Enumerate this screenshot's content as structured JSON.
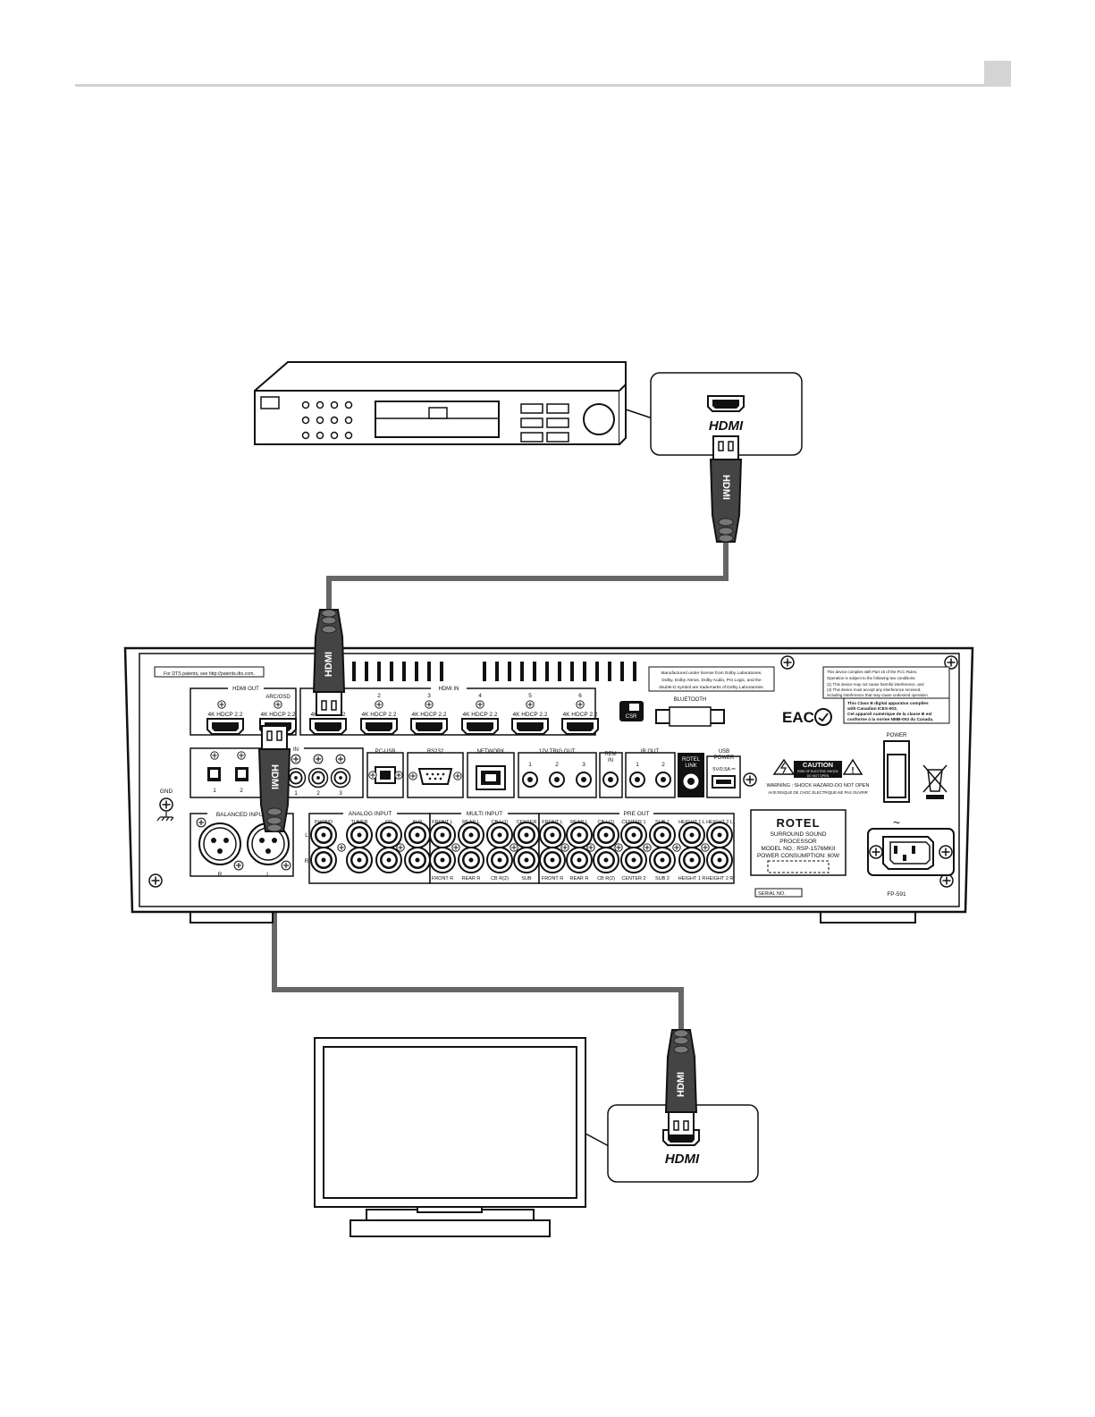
{
  "page_marker": "",
  "source_device": {
    "callout_logo": "HDMI"
  },
  "tv": {
    "callout_logo": "HDMI"
  },
  "receiver": {
    "dts_notice": "For DTS patents, see http://patents.dts.com.",
    "hdmi_out": {
      "header": "HDMI OUT",
      "arc_label": "ARC/OSD",
      "ports": [
        "4K HDCP 2.2",
        "4K HDCP 2.2"
      ]
    },
    "hdmi_in": {
      "header": "HDMI IN",
      "numbers": [
        "1",
        "2",
        "3",
        "4",
        "5",
        "6"
      ],
      "port_label": "4K HDCP 2.2"
    },
    "dolby_notice": [
      "Manufactured under license from Dolby Laboratories.",
      "Dolby, Dolby Atmos, Dolby Audio, Pro Logic, and the",
      "double-D symbol are trademarks of Dolby Laboratories."
    ],
    "fcc_notice": [
      "This device complies with Part 15 of the FCC Rules.",
      "Operation is subject to the following two conditions:",
      "(1) This device may not cause harmful interference, and",
      "(2) This device must accept any interference received,",
      "including interference that may cause undesired operation."
    ],
    "class_b_notice": [
      "This Class B digital apparatus complies",
      "with Canadian ICES-003.",
      "Cet appareil numérique de la classe B est",
      "conforme à la norme NMB-003 du Canada."
    ],
    "bluetooth_label": "BLUETOOTH",
    "eac_mark": "EAC",
    "wifi_badge": "CSR",
    "gnd_label": "GND",
    "digital_in_label": "IN",
    "optical_numbers": [
      "1",
      "2"
    ],
    "coax_numbers": [
      "1",
      "2",
      "3"
    ],
    "pc_usb_label": "PC-USB",
    "rs232_label": "RS232",
    "network_label": "NETWORK",
    "trig_out": {
      "label": "12V TRIG OUT",
      "numbers": [
        "1",
        "2",
        "3"
      ]
    },
    "rem_in_label": [
      "REM",
      "IN"
    ],
    "ir_out": {
      "label": "IR OUT",
      "numbers": [
        "1",
        "2"
      ]
    },
    "rotel_link_label": [
      "ROTEL",
      "LINK"
    ],
    "usb_power": {
      "label": [
        "USB",
        "POWER"
      ],
      "rating": "5V/0.5A ⎓"
    },
    "caution": {
      "title": "CAUTION",
      "sub": [
        "RISK OF ELECTRIC SHOCK",
        "DO NOT OPEN"
      ],
      "warning_en": "WARNING : SHOCK HAZARD-DO NOT OPEN",
      "warning_fr": "AVIS:RISQUE DE CHOC ÉLECTRIQUE-NE PAS OUVRIR"
    },
    "power_label": "POWER",
    "ac_symbol": "~",
    "balanced_input": {
      "label": "BALANCED INPUT",
      "channels": [
        "R",
        "L"
      ]
    },
    "side_channels": [
      "L",
      "R"
    ],
    "analog_input": {
      "label": "ANALOG INPUT",
      "columns": [
        "PHONO",
        "TUNER",
        "CD",
        "AUX"
      ]
    },
    "multi_input": {
      "label": "MULTI INPUT",
      "top": [
        "FRONT L",
        "REAR L",
        "CB L(1)",
        "CENTER"
      ],
      "bottom": [
        "FRONT R",
        "REAR R",
        "CB R(2)",
        "SUB"
      ]
    },
    "pre_out": {
      "label": "PRE OUT",
      "top": [
        "FRONT L",
        "REAR L",
        "CB L(1)",
        "CENTER 1",
        "SUB 1",
        "HEIGHT 1 L",
        "HEIGHT 2 L"
      ],
      "bottom": [
        "FRONT R",
        "REAR R",
        "CB R(2)",
        "CENTER 2",
        "SUB 2",
        "HEIGHT 1 R",
        "HEIGHT 2 R"
      ]
    },
    "model_plate": [
      "ROTEL",
      "SURROUND SOUND",
      "PROCESSOR",
      "MODEL NO.: RSP-1576MKII",
      "POWER CONSUMPTION: 60W"
    ],
    "serial_label": "SERIAL NO.",
    "code_label": "FP-591"
  },
  "cables": {
    "logo": "HDMI"
  }
}
